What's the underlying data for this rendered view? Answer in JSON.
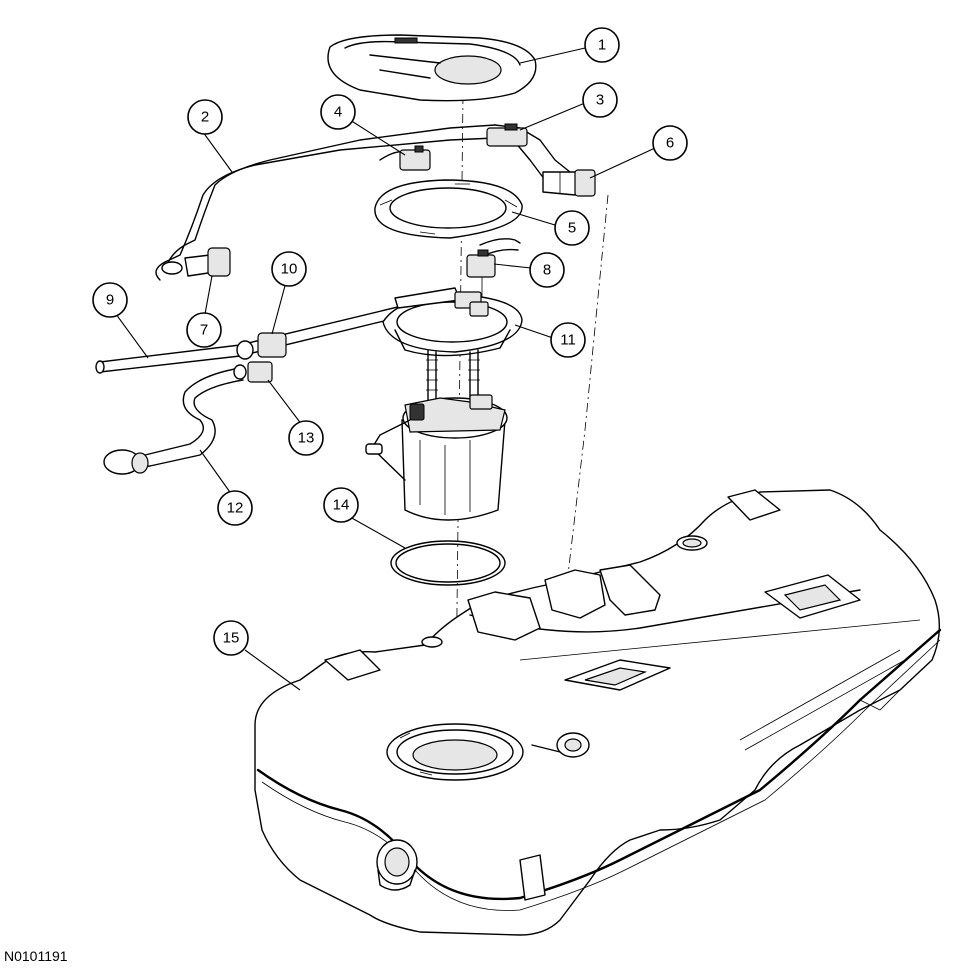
{
  "figure": {
    "code": "N0101191",
    "callouts": [
      {
        "id": "c1",
        "label": "1"
      },
      {
        "id": "c2",
        "label": "2"
      },
      {
        "id": "c3",
        "label": "3"
      },
      {
        "id": "c4",
        "label": "4"
      },
      {
        "id": "c5",
        "label": "5"
      },
      {
        "id": "c6",
        "label": "6"
      },
      {
        "id": "c7",
        "label": "7"
      },
      {
        "id": "c8",
        "label": "8"
      },
      {
        "id": "c9",
        "label": "9"
      },
      {
        "id": "c10",
        "label": "10"
      },
      {
        "id": "c11",
        "label": "11"
      },
      {
        "id": "c12",
        "label": "12"
      },
      {
        "id": "c13",
        "label": "13"
      },
      {
        "id": "c14",
        "label": "14"
      },
      {
        "id": "c15",
        "label": "15"
      }
    ]
  }
}
